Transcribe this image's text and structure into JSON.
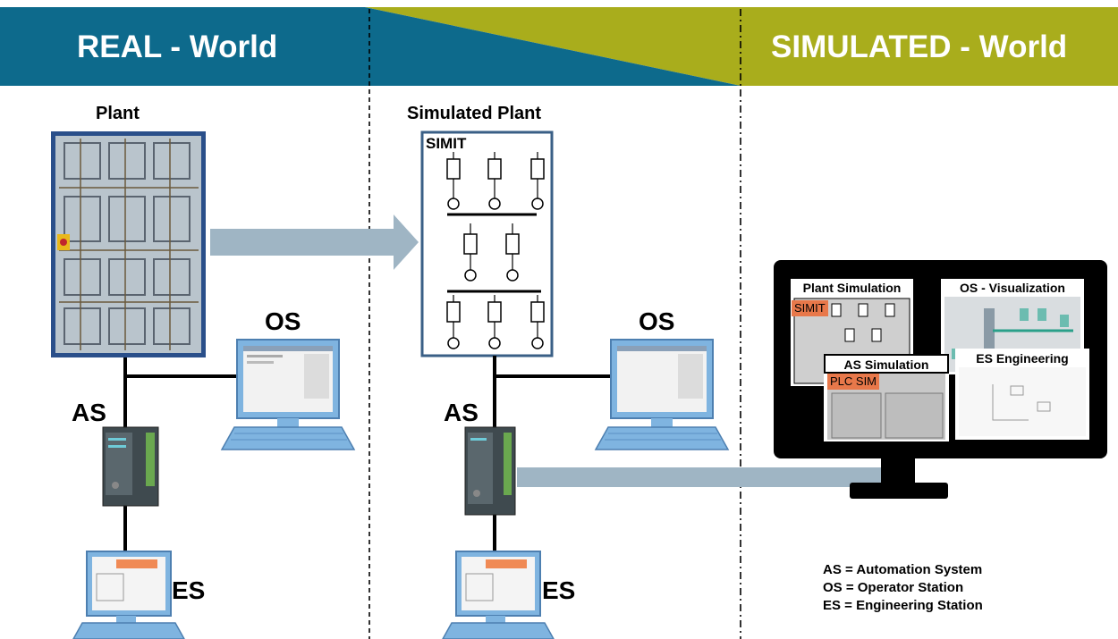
{
  "banner": {
    "left_title": "REAL - World",
    "right_title": "SIMULATED - World",
    "colors": {
      "teal": "#0d6a8c",
      "olive": "#a9ad1c"
    }
  },
  "real_world": {
    "plant_label": "Plant",
    "os_label": "OS",
    "as_label": "AS",
    "es_label": "ES"
  },
  "simulated_plant": {
    "title": "Simulated Plant",
    "simit_label": "SIMIT",
    "os_label": "OS",
    "as_label": "AS",
    "es_label": "ES"
  },
  "simulated_world": {
    "monitor_panels": {
      "plant_simulation": "Plant Simulation",
      "simit_tag": "SIMIT",
      "os_visualization": "OS - Visualization",
      "as_simulation": "AS Simulation",
      "plcsim_tag": "PLC SIM",
      "es_engineering": "ES Engineering"
    }
  },
  "legend": [
    "AS = Automation System",
    "OS = Operator Station",
    "ES = Engineering Station"
  ]
}
